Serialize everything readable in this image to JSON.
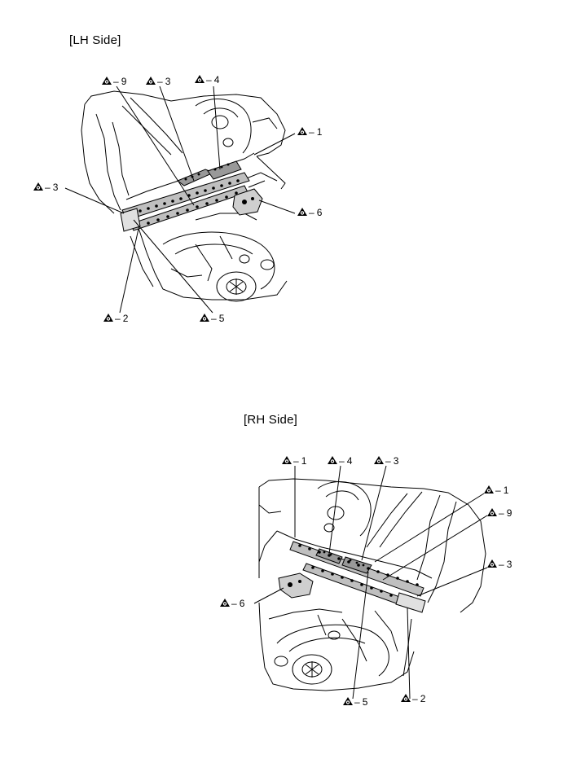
{
  "lh": {
    "title": "[LH Side]",
    "callouts": [
      "9",
      "3",
      "4",
      "1",
      "3",
      "6",
      "2",
      "5"
    ]
  },
  "rh": {
    "title": "[RH Side]",
    "callouts": [
      "1",
      "4",
      "3",
      "1",
      "9",
      "3",
      "6",
      "5",
      "2"
    ]
  },
  "callout_prefix": "–"
}
